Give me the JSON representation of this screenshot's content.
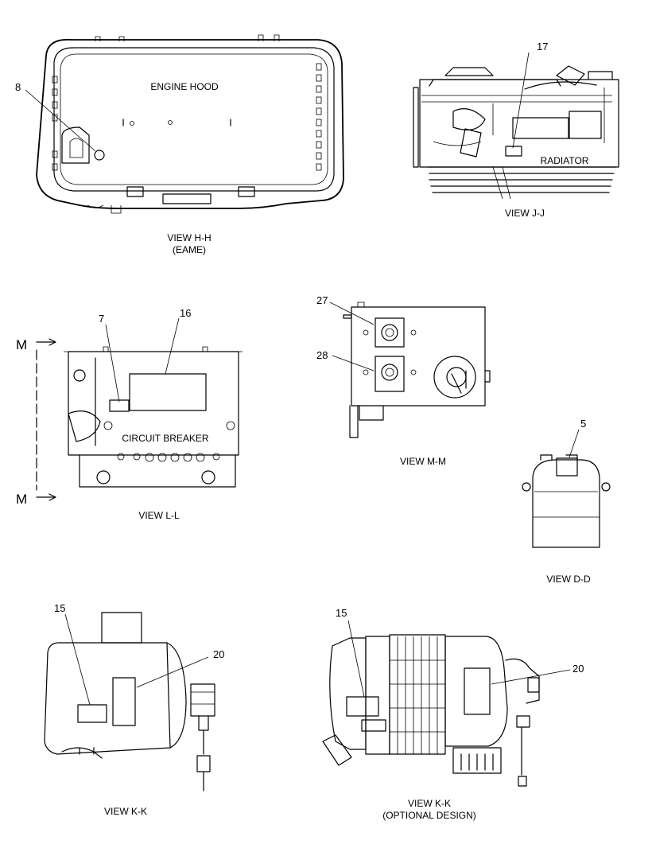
{
  "views": {
    "hh": {
      "caption_line1": "VIEW H-H",
      "caption_line2": "(EAME)",
      "label": "ENGINE HOOD",
      "callout": "8"
    },
    "jj": {
      "caption": "VIEW J-J",
      "label": "RADIATOR",
      "callout": "17"
    },
    "ll": {
      "caption": "VIEW L-L",
      "label": "CIRCUIT BREAKER",
      "callout_a": "7",
      "callout_b": "16",
      "section_top": "M",
      "section_bottom": "M"
    },
    "mm": {
      "caption": "VIEW M-M",
      "callout_a": "27",
      "callout_b": "28"
    },
    "dd": {
      "caption": "VIEW D-D",
      "callout": "5"
    },
    "kk1": {
      "caption": "VIEW K-K",
      "callout_a": "15",
      "callout_b": "20"
    },
    "kk2": {
      "caption_line1": "VIEW K-K",
      "caption_line2": "(OPTIONAL DESIGN)",
      "callout_a": "15",
      "callout_b": "20"
    }
  }
}
